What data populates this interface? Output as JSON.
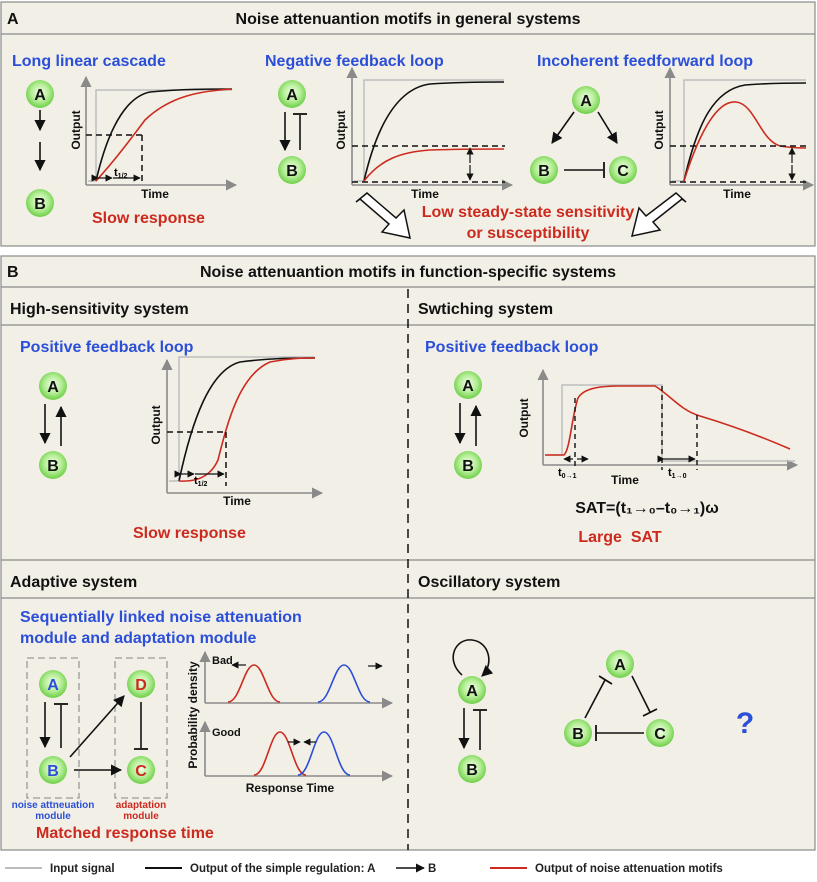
{
  "panel_a": {
    "letter": "A",
    "title": "Noise attenuantion motifs in general systems",
    "motifs": [
      {
        "name": "Long linear cascade",
        "note": "Slow response"
      },
      {
        "name": "Negative feedback loop"
      },
      {
        "name": "Incoherent feedforward loop"
      }
    ],
    "shared_note_line1": "Low steady-state sensitivity",
    "shared_note_line2": "or susceptibility"
  },
  "panel_b": {
    "letter": "B",
    "title": "Noise attenuantion motifs in function-specific systems",
    "high_sensitivity": {
      "title": "High-sensitivity system",
      "motif": "Positive feedback loop",
      "note": "Slow response"
    },
    "switching": {
      "title": "Swtiching system",
      "motif": "Positive feedback loop",
      "formula": "SAT=(t₁→₀–t₀→₁)ω",
      "note": "Large  SAT",
      "t01": "0→1",
      "t10": "1→0"
    },
    "adaptive": {
      "title": "Adaptive system",
      "motif_line1": "Sequentially linked noise attenuation",
      "motif_line2": "module and adaptation module",
      "module1_line1": "noise attneuation",
      "module1_line2": "module",
      "module2_line1": "adaptation",
      "module2_line2": "module",
      "note": "Matched response time",
      "bad": "Bad",
      "good": "Good",
      "ylabel": "Probability density",
      "xlabel": "Response Time"
    },
    "oscillatory": {
      "title": "Oscillatory system",
      "question": "?"
    }
  },
  "axes": {
    "output": "Output",
    "time": "Time",
    "t_half": "1/2",
    "t": "t"
  },
  "nodes": {
    "A": "A",
    "B": "B",
    "C": "C",
    "D": "D"
  },
  "legend": {
    "input": "Input signal",
    "simple_prefix": "Output of the simple regulation: A",
    "simple_suffix": "B",
    "motif": "Output of noise attenuation motifs"
  },
  "colors": {
    "panel_bg": "#f2efe6",
    "node_fill": "#8ddf6e",
    "blue": "#2b4fd8",
    "red": "#cc2a1e",
    "input_gray": "#bdbdbd",
    "axis_gray": "#8a8a8a"
  }
}
